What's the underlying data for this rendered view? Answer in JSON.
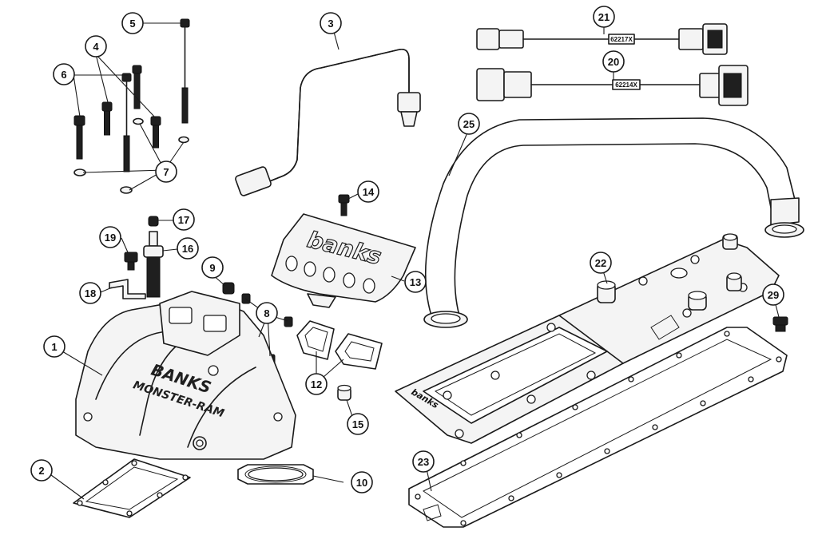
{
  "diagram": {
    "brand_text": "banks",
    "manifold_logo_line1": "BANKS",
    "manifold_logo_line2": "MONSTER-RAM",
    "harness_labels": {
      "upper": "62217X",
      "lower": "62214X"
    },
    "callouts": [
      {
        "id": "c1",
        "label": "1"
      },
      {
        "id": "c2",
        "label": "2"
      },
      {
        "id": "c3",
        "label": "3"
      },
      {
        "id": "c4",
        "label": "4"
      },
      {
        "id": "c5",
        "label": "5"
      },
      {
        "id": "c6",
        "label": "6"
      },
      {
        "id": "c7",
        "label": "7"
      },
      {
        "id": "c8",
        "label": "8"
      },
      {
        "id": "c9",
        "label": "9"
      },
      {
        "id": "c10",
        "label": "10"
      },
      {
        "id": "c12",
        "label": "12"
      },
      {
        "id": "c13",
        "label": "13"
      },
      {
        "id": "c14",
        "label": "14"
      },
      {
        "id": "c15",
        "label": "15"
      },
      {
        "id": "c16",
        "label": "16"
      },
      {
        "id": "c17",
        "label": "17"
      },
      {
        "id": "c18",
        "label": "18"
      },
      {
        "id": "c19",
        "label": "19"
      },
      {
        "id": "c20",
        "label": "20"
      },
      {
        "id": "c21",
        "label": "21"
      },
      {
        "id": "c22",
        "label": "22"
      },
      {
        "id": "c23",
        "label": "23"
      },
      {
        "id": "c25",
        "label": "25"
      },
      {
        "id": "c29",
        "label": "29"
      }
    ]
  }
}
